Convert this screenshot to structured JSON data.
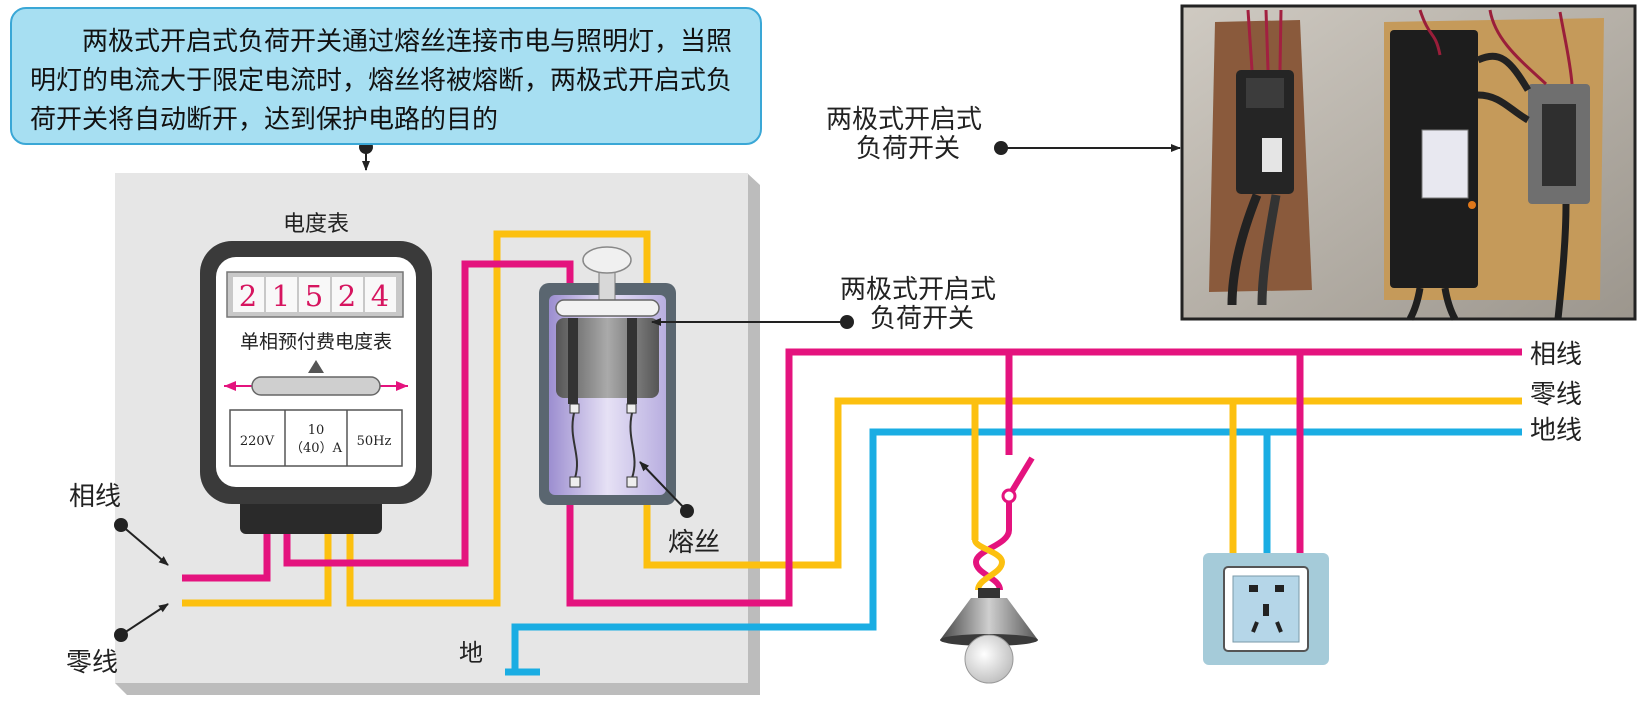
{
  "callout": {
    "text": "两极式开启式负荷开关通过熔丝连接市电与照明灯，当照明灯的电流大于限定电流时，熔丝将被熔断，两极式开启式负荷开关将自动断开，达到保护电路的目的"
  },
  "meter": {
    "title": "电度表",
    "digits": [
      "2",
      "1",
      "5",
      "2",
      "4"
    ],
    "name": "单相预付费电度表",
    "voltage": "220V",
    "current_line1": "10",
    "current_line2": "（40）A",
    "frequency": "50Hz"
  },
  "labels": {
    "switch_line1": "两极式开启式",
    "switch_line2": "负荷开关",
    "photo_switch_line1": "两极式开启式",
    "photo_switch_line2": "负荷开关",
    "fuse": "熔丝",
    "phase_left": "相线",
    "neutral_left": "零线",
    "ground_left": "地",
    "phase_right": "相线",
    "neutral_right": "零线",
    "ground_right": "地线"
  },
  "colors": {
    "phase": "#e4137e",
    "neutral": "#fcc010",
    "ground": "#1aade3",
    "panel": "#e6e6e6",
    "callout_bg": "#a7dff2"
  }
}
